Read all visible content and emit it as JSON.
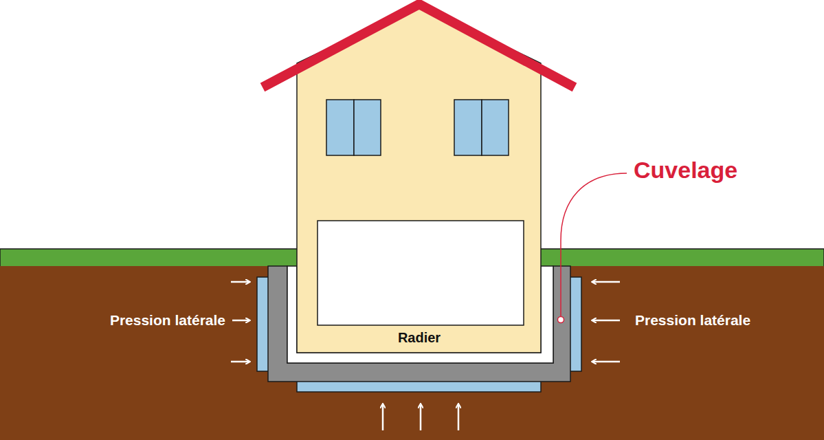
{
  "diagram": {
    "labels": [
      "Cuvelage",
      "Pression latérale",
      "Pression latérale",
      "Radier"
    ]
  }
}
